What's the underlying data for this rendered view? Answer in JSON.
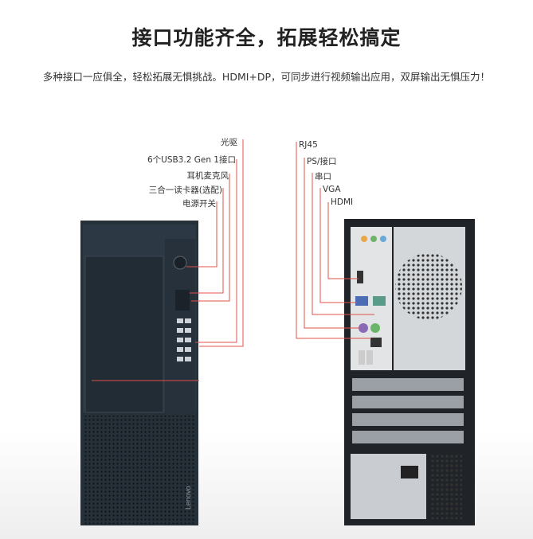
{
  "header": {
    "title": "接口功能齐全，拓展轻松搞定",
    "subtitle": "多种接口一应俱全，轻松拓展无惧挑战。HDMI+DP，可同步进行视频输出应用，双屏输出无惧压力！"
  },
  "front_callouts": [
    "光驱",
    "6个USB3.2 Gen 1接口",
    "耳机麦克风",
    "三合一读卡器(选配)",
    "电源开关"
  ],
  "rear_callouts": [
    "RJ45",
    "PS/接口",
    "串口",
    "VGA",
    "HDMI"
  ],
  "brand": "Lenovo",
  "colors": {
    "callout_line": "#e0504a",
    "case": "#253039"
  }
}
